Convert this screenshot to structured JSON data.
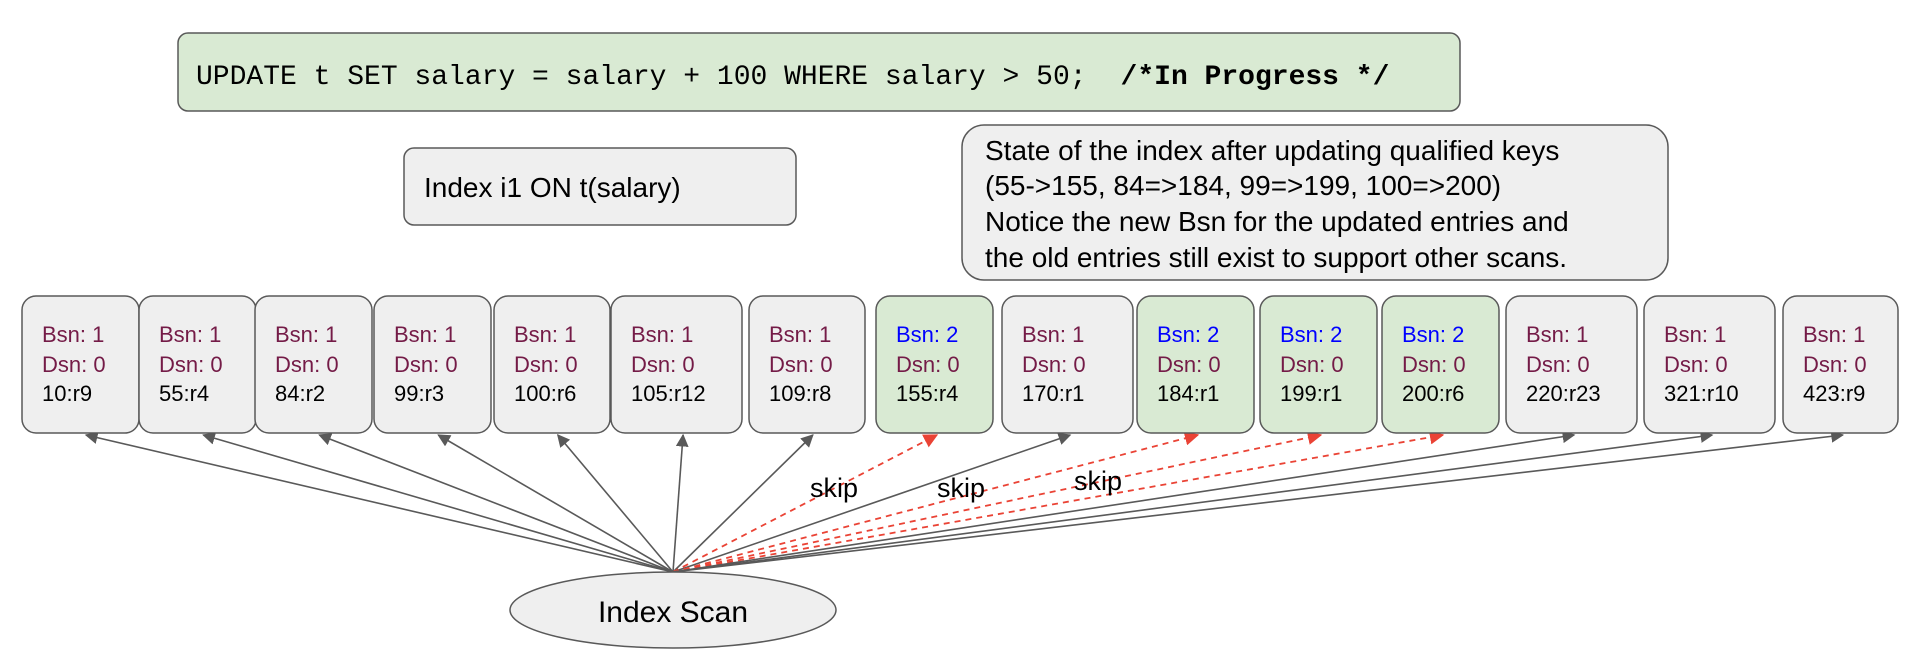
{
  "sql": {
    "statement": "UPDATE t SET salary = salary + 100 WHERE salary > 50;",
    "comment": "/*In Progress */"
  },
  "index_label": "Index i1 ON t(salary)",
  "note": {
    "lines": [
      "State of the index after updating qualified keys",
      "(55->155, 84=>184, 99=>199, 100=>200)",
      "Notice the new Bsn for the updated entries and",
      "the old entries still exist to support other scans."
    ]
  },
  "colors": {
    "old_entry_fill": "#efefef",
    "new_entry_fill": "#d9ead3",
    "old_bsn_text": "#741b47",
    "new_bsn_text": "#0000ff",
    "dsn_text": "#741b47",
    "scan_arrow": "#595959",
    "skip_arrow": "#ea4335"
  },
  "entries": [
    {
      "bsn": "Bsn: 1",
      "dsn": "Dsn: 0",
      "key": "10:r9",
      "updated": false
    },
    {
      "bsn": "Bsn: 1",
      "dsn": "Dsn: 0",
      "key": "55:r4",
      "updated": false
    },
    {
      "bsn": "Bsn: 1",
      "dsn": "Dsn: 0",
      "key": "84:r2",
      "updated": false
    },
    {
      "bsn": "Bsn: 1",
      "dsn": "Dsn: 0",
      "key": "99:r3",
      "updated": false
    },
    {
      "bsn": "Bsn: 1",
      "dsn": "Dsn: 0",
      "key": "100:r6",
      "updated": false
    },
    {
      "bsn": "Bsn: 1",
      "dsn": "Dsn: 0",
      "key": "105:r12",
      "updated": false
    },
    {
      "bsn": "Bsn: 1",
      "dsn": "Dsn: 0",
      "key": "109:r8",
      "updated": false
    },
    {
      "bsn": "Bsn: 2",
      "dsn": "Dsn: 0",
      "key": "155:r4",
      "updated": true
    },
    {
      "bsn": "Bsn: 1",
      "dsn": "Dsn: 0",
      "key": "170:r1",
      "updated": false
    },
    {
      "bsn": "Bsn: 2",
      "dsn": "Dsn: 0",
      "key": "184:r1",
      "updated": true
    },
    {
      "bsn": "Bsn: 2",
      "dsn": "Dsn: 0",
      "key": "199:r1",
      "updated": true
    },
    {
      "bsn": "Bsn: 2",
      "dsn": "Dsn: 0",
      "key": "200:r6",
      "updated": true
    },
    {
      "bsn": "Bsn: 1",
      "dsn": "Dsn: 0",
      "key": "220:r23",
      "updated": false
    },
    {
      "bsn": "Bsn: 1",
      "dsn": "Dsn: 0",
      "key": "321:r10",
      "updated": false
    },
    {
      "bsn": "Bsn: 1",
      "dsn": "Dsn: 0",
      "key": "423:r9",
      "updated": false
    }
  ],
  "skip_labels": [
    "skip",
    "skip",
    "skip"
  ],
  "scan_label": "Index Scan"
}
